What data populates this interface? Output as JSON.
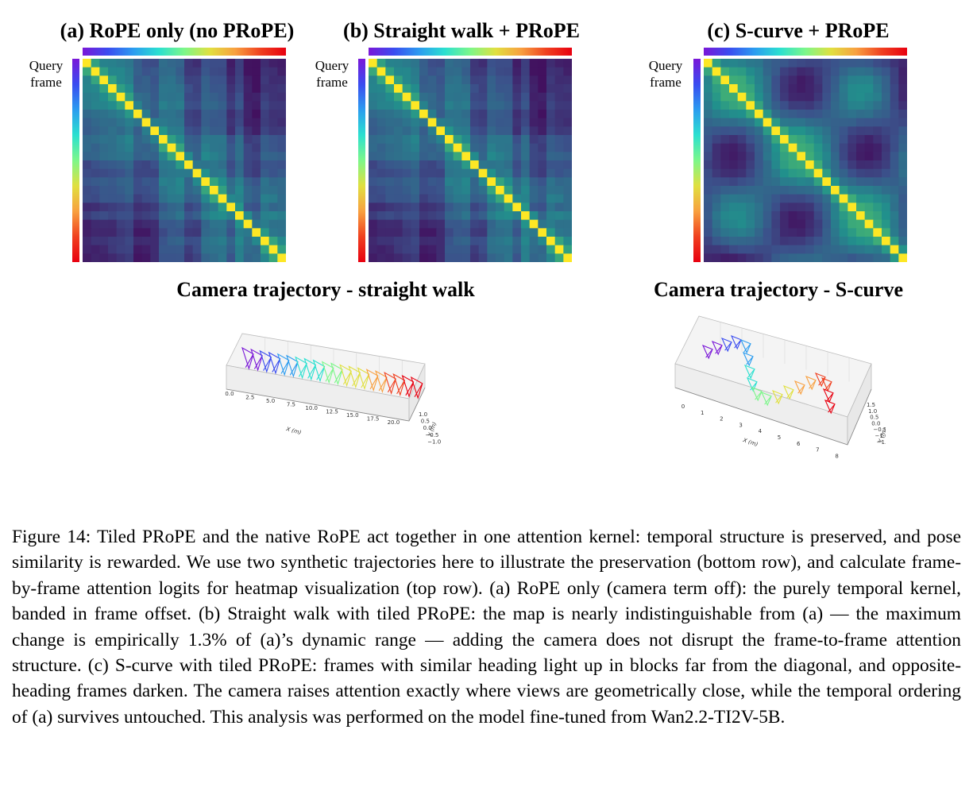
{
  "panels": [
    {
      "id": "a",
      "title": "(a) RoPE only (no PRoPE)",
      "query_label_line1": "Query",
      "query_label_line2": "frame"
    },
    {
      "id": "b",
      "title": "(b) Straight walk + PRoPE",
      "query_label_line1": "Query",
      "query_label_line2": "frame"
    },
    {
      "id": "c",
      "title": "(c) S-curve + PRoPE",
      "query_label_line1": "Query",
      "query_label_line2": "frame"
    }
  ],
  "trajectories": [
    {
      "id": "straight",
      "title": "Camera trajectory - straight walk",
      "x_label": "X (m)",
      "y_label": "Y (m)",
      "x_ticks": [
        "0.0",
        "2.5",
        "5.0",
        "7.5",
        "10.0",
        "12.5",
        "15.0",
        "17.5",
        "20.0"
      ],
      "y_ticks": [
        "1.0",
        "0.5",
        "0.0",
        "−0.5",
        "−1.0"
      ]
    },
    {
      "id": "scurve",
      "title": "Camera trajectory - S-curve",
      "x_label": "X (m)",
      "y_label": "Y (m)",
      "x_ticks": [
        "0",
        "1",
        "2",
        "3",
        "4",
        "5",
        "6",
        "7",
        "8"
      ],
      "y_ticks": [
        "1.5",
        "1.0",
        "0.5",
        "0.0",
        "−0.5",
        "−1.0",
        "−1.5"
      ]
    }
  ],
  "chart_data": [
    {
      "type": "heatmap",
      "title": "(a) RoPE only (no PRoPE)",
      "frames": 24,
      "pattern": "banded-temporal"
    },
    {
      "type": "heatmap",
      "title": "(b) Straight walk + PRoPE",
      "frames": 24,
      "pattern": "banded-temporal"
    },
    {
      "type": "heatmap",
      "title": "(c) S-curve + PRoPE",
      "frames": 24,
      "pattern": "heading-blocks"
    }
  ],
  "colormap": {
    "frame_colorbar": [
      "#7a17d8",
      "#3a4cf0",
      "#2b9cf0",
      "#2be0d0",
      "#7cf78a",
      "#e0e040",
      "#f8a040",
      "#f04020",
      "#e80010"
    ],
    "heat": [
      "#440154",
      "#3b528b",
      "#21918c",
      "#5ec962",
      "#fde725"
    ]
  },
  "caption": {
    "figure_label": "Figure 14:",
    "text": "Tiled PRoPE and the native RoPE act together in one attention kernel: temporal structure is preserved, and pose similarity is rewarded. We use two synthetic trajectories here to illustrate the preservation (bottom row), and calculate frame-by-frame attention logits for heatmap visualization (top row). (a) RoPE only (camera term off): the purely temporal kernel, banded in frame offset. (b) Straight walk with tiled PRoPE: the map is nearly indistinguishable from (a) — the maximum change is empirically 1.3% of (a)’s dynamic range — adding the camera does not disrupt the frame-to-frame attention structure. (c) S-curve with tiled PRoPE: frames with similar heading light up in blocks far from the diagonal, and opposite-heading frames darken. The camera raises attention exactly where views are geometrically close, while the temporal ordering of (a) survives untouched. This analysis was performed on the model fine-tuned from Wan2.2-TI2V-5B."
  }
}
